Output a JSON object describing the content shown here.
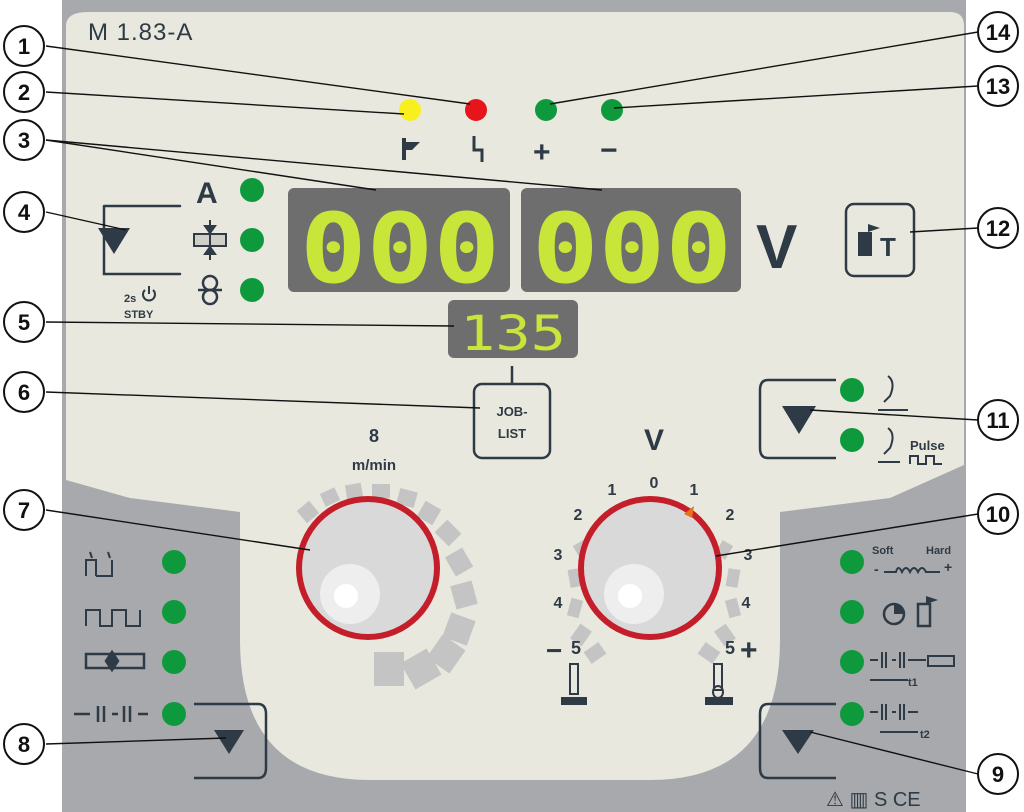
{
  "model_label": "M 1.83-A",
  "callouts": [
    "1",
    "2",
    "3",
    "4",
    "5",
    "6",
    "7",
    "8",
    "9",
    "10",
    "11",
    "12",
    "13",
    "14"
  ],
  "status_led_colors": {
    "yellow": "#f7f01e",
    "red": "#e8141b",
    "green": "#0e9a3c",
    "grey": "#c9c9c9"
  },
  "polarity": {
    "plus": "+",
    "minus": "−"
  },
  "display_left": "000",
  "display_right": "000",
  "display_right_unit": "V",
  "display_small": "135",
  "param_labels": {
    "amps": "A"
  },
  "standby": {
    "line1": "2s",
    "line2": "STBY"
  },
  "job_list_button": {
    "line1": "JOB-",
    "line2": "LIST"
  },
  "wire_feed": {
    "unit": "m/min"
  },
  "voltage_knob": {
    "title": "V",
    "scale": [
      "0",
      "1",
      "1",
      "2",
      "2",
      "3",
      "3",
      "4",
      "4",
      "5",
      "5"
    ],
    "minus": "−",
    "plus": "+"
  },
  "mode_right": {
    "pulse_label": "Pulse"
  },
  "dynamics": {
    "soft": "Soft",
    "hard": "Hard",
    "minus": "-",
    "plus": "+"
  },
  "timers": {
    "t1": "t1",
    "t2": "t2"
  },
  "footer_marks": "⚠ ▥ S CE",
  "colors": {
    "panel": "#e9e8de",
    "frame": "#a7a9ac",
    "lower_panel": "#a0a2a5",
    "text": "#2e3a45",
    "display_bg": "#6e6e6e",
    "segment": "#c8e63a",
    "knob_ring": "#c41e2a"
  }
}
